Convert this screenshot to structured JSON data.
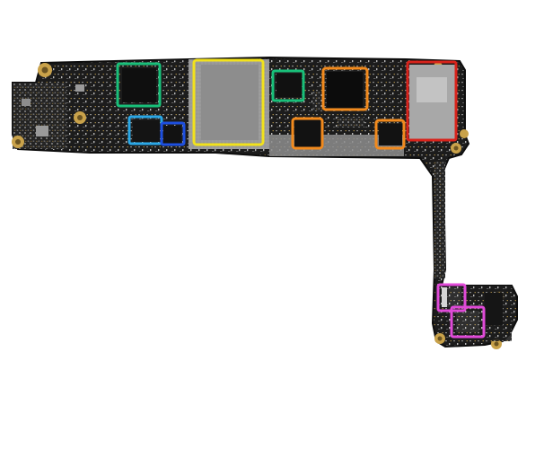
{
  "photo": {
    "background_color": "#ffffff",
    "board_color": "#1c1c1c",
    "board_edge_color": "#0d0d0d",
    "pad_color": "#c9a24a",
    "shield_color": "#8d8d8d",
    "chip_color": "#0f0f0f",
    "highlight_boxes": [
      {
        "name": "green-box-left",
        "color": "#19c07a"
      },
      {
        "name": "light-blue-box",
        "color": "#2aa7e6"
      },
      {
        "name": "dark-blue-box",
        "color": "#1d4fe0"
      },
      {
        "name": "yellow-box",
        "color": "#f2e21c"
      },
      {
        "name": "green-box-center",
        "color": "#19c07a"
      },
      {
        "name": "orange-box-large",
        "color": "#f28a1d"
      },
      {
        "name": "orange-box-small-left",
        "color": "#f28a1d"
      },
      {
        "name": "orange-box-small-right",
        "color": "#f28a1d"
      },
      {
        "name": "red-box",
        "color": "#d8231b"
      },
      {
        "name": "magenta-box-upper",
        "color": "#e04ad8"
      },
      {
        "name": "magenta-box-lower",
        "color": "#e04ad8"
      }
    ]
  }
}
